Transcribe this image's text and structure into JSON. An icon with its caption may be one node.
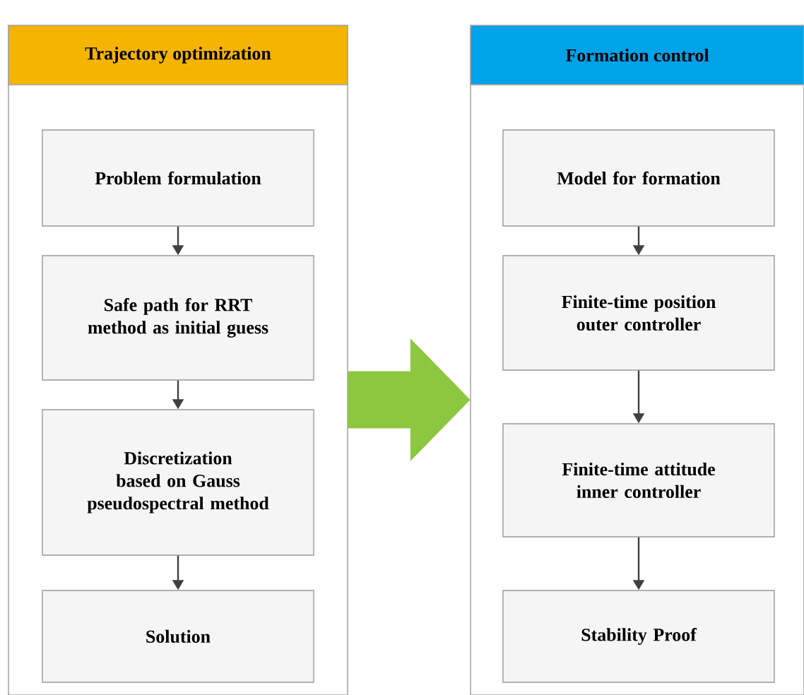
{
  "diagram": {
    "nodes": [
      {
        "text": [
          "Trajectory optimization"
        ]
      },
      {
        "text": [
          "Problem formulation"
        ],
        "in": 0
      },
      {
        "text": [
          "Safe path for RRT method as initial guess"
        ],
        "in": 0
      },
      {
        "text": [
          "Discretization based on Gauss pseudospectral method"
        ],
        "in": 0
      },
      {
        "text": [
          "Solution"
        ],
        "in": 0
      },
      {
        "text": [
          "Formation control"
        ]
      },
      {
        "text": [
          "Model for formation"
        ],
        "in": 5
      },
      {
        "text": [
          "Finite-time position outer controller"
        ],
        "in": 5
      },
      {
        "text": [
          "Finite-time attitude inner controller"
        ],
        "in": 5
      },
      {
        "text": [
          "Stability Proof"
        ],
        "in": 5
      }
    ],
    "edges": [
      {
        "from": 1,
        "to": 2,
        "arrow": "to"
      },
      {
        "from": 2,
        "to": 3,
        "arrow": "to"
      },
      {
        "from": 3,
        "to": 4,
        "arrow": "to"
      },
      {
        "from": 0,
        "to": 5,
        "arrow": "to",
        "style": "thick",
        "color": "#8dc63f"
      },
      {
        "from": 6,
        "to": 7,
        "arrow": "to"
      },
      {
        "from": 7,
        "to": 8,
        "arrow": "to"
      },
      {
        "from": 8,
        "to": 9,
        "arrow": "to"
      }
    ]
  }
}
